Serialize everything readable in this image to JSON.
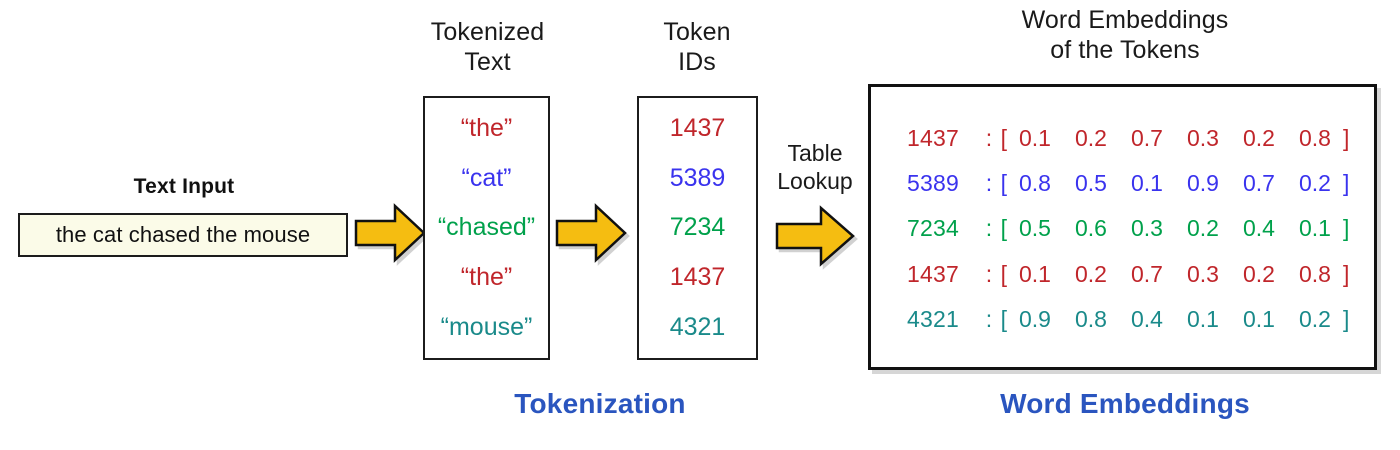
{
  "colors": {
    "red": "#c0262b",
    "blue": "#3a33ee",
    "green": "#00a14b",
    "teal": "#1a8a8a",
    "caption_blue": "#2a55bf",
    "arrow_gold": "#f5bd11",
    "arrow_outline": "#111111",
    "input_bg": "#fbfbe8",
    "box_border": "#1c1c1c"
  },
  "text_input": {
    "label": "Text Input",
    "value": "the cat chased the mouse"
  },
  "tokenized": {
    "header_line1": "Tokenized",
    "header_line2": "Text",
    "tokens": [
      {
        "text": "“the”",
        "color": "#c0262b"
      },
      {
        "text": "“cat”",
        "color": "#3a33ee"
      },
      {
        "text": "“chased”",
        "color": "#00a14b"
      },
      {
        "text": "“the”",
        "color": "#c0262b"
      },
      {
        "text": "“mouse”",
        "color": "#1a8a8a"
      }
    ]
  },
  "token_ids": {
    "header_line1": "Token",
    "header_line2": "IDs",
    "ids": [
      {
        "text": "1437",
        "color": "#c0262b"
      },
      {
        "text": "5389",
        "color": "#3a33ee"
      },
      {
        "text": "7234",
        "color": "#00a14b"
      },
      {
        "text": "1437",
        "color": "#c0262b"
      },
      {
        "text": "4321",
        "color": "#1a8a8a"
      }
    ]
  },
  "table_lookup": {
    "line1": "Table",
    "line2": "Lookup"
  },
  "embeddings": {
    "header_line1": "Word Embeddings",
    "header_line2": "of the Tokens",
    "open_bracket": "[",
    "close_bracket": "]",
    "colon": ":",
    "rows": [
      {
        "id": "1437",
        "color": "#c0262b",
        "values": [
          "0.1",
          "0.2",
          "0.7",
          "0.3",
          "0.2",
          "0.8"
        ]
      },
      {
        "id": "5389",
        "color": "#3a33ee",
        "values": [
          "0.8",
          "0.5",
          "0.1",
          "0.9",
          "0.7",
          "0.2"
        ]
      },
      {
        "id": "7234",
        "color": "#00a14b",
        "values": [
          "0.5",
          "0.6",
          "0.3",
          "0.2",
          "0.4",
          "0.1"
        ]
      },
      {
        "id": "1437",
        "color": "#c0262b",
        "values": [
          "0.1",
          "0.2",
          "0.7",
          "0.3",
          "0.2",
          "0.8"
        ]
      },
      {
        "id": "4321",
        "color": "#1a8a8a",
        "values": [
          "0.9",
          "0.8",
          "0.4",
          "0.1",
          "0.1",
          "0.2"
        ]
      }
    ]
  },
  "captions": {
    "tokenization": "Tokenization",
    "word_embeddings": "Word Embeddings"
  },
  "arrows": [
    {
      "name": "arrow-input-to-tokenized"
    },
    {
      "name": "arrow-tokenized-to-ids"
    },
    {
      "name": "arrow-ids-to-embeddings"
    }
  ]
}
